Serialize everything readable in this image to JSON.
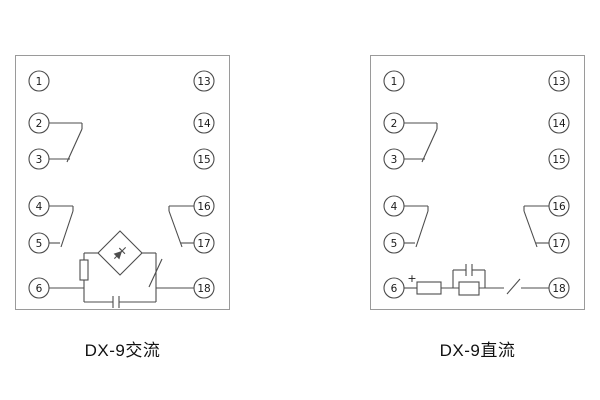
{
  "colors": {
    "line": "#4d4d4d",
    "frame": "#9a9a9a",
    "text": "#111111",
    "background": "#ffffff"
  },
  "diagrams": [
    {
      "id": "ac",
      "label": "DX-9交流",
      "left_terminals": [
        "1",
        "2",
        "3",
        "4",
        "5",
        "6"
      ],
      "right_terminals": [
        "13",
        "14",
        "15",
        "16",
        "17",
        "18"
      ]
    },
    {
      "id": "dc",
      "label": "DX-9直流",
      "left_terminals": [
        "1",
        "2",
        "3",
        "4",
        "5",
        "6"
      ],
      "right_terminals": [
        "13",
        "14",
        "15",
        "16",
        "17",
        "18"
      ],
      "polarity_mark": "+"
    }
  ]
}
